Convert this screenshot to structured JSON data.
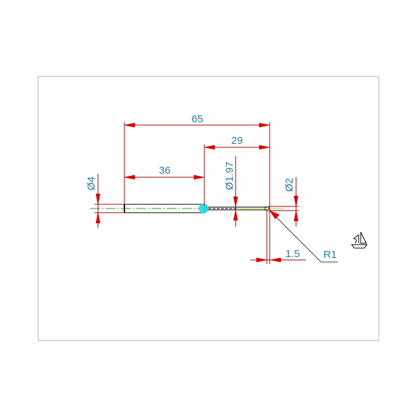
{
  "drawing": {
    "dimensions": {
      "overall_length": "65",
      "tip_length": "29",
      "body_length": "36",
      "body_diameter": "Ø4",
      "neck_diameter": "Ø1.97",
      "tip_diameter": "Ø2",
      "tip_offset": "1.5",
      "tip_radius": "R1"
    },
    "colors": {
      "dimension_line": "#a00000",
      "arrow": "#e00000",
      "text": "#2a7a9a",
      "centerline": "#2a9a2a",
      "highlight": "#20d8e8"
    },
    "icons": [
      "ucs-boat-icon"
    ]
  }
}
